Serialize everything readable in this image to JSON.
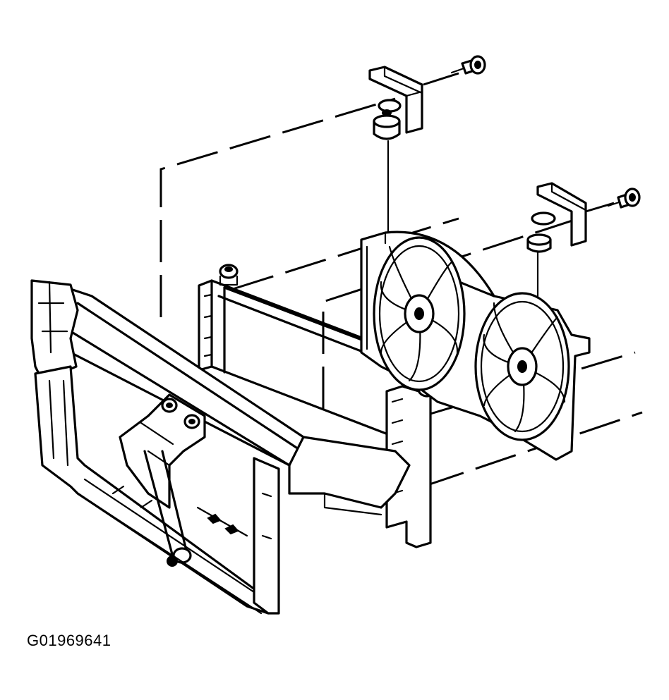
{
  "figure": {
    "id_label": "G01969641"
  },
  "parts": {
    "radiator_support": "radiator-support-assembly",
    "radiator": "radiator",
    "fan_shroud": "cooling-fan-shroud",
    "fan_left": "cooling-fan-left",
    "fan_right": "cooling-fan-right",
    "bracket_left": "upper-mount-bracket-left",
    "bracket_right": "upper-mount-bracket-right",
    "bolt_left": "bracket-bolt-left",
    "bolt_right": "bracket-bolt-right",
    "insulator_left": "radiator-insulator-left",
    "insulator_right": "radiator-insulator-right"
  }
}
